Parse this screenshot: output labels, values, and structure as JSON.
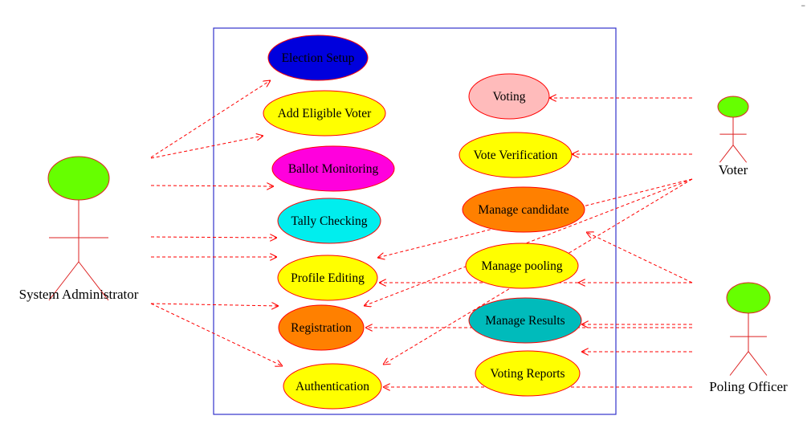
{
  "colors": {
    "boundary": "#3333cc",
    "line": "#ff0000",
    "actor_head": "#66ff00",
    "actor_outline": "#dd2222"
  },
  "corner_mark": "–",
  "actors": [
    {
      "id": "admin",
      "label": "System Administrator"
    },
    {
      "id": "voter",
      "label": "Voter"
    },
    {
      "id": "officer",
      "label": "Poling Officer"
    }
  ],
  "use_cases": [
    {
      "id": "election-setup",
      "label": "Election Setup",
      "fill": "#0000dd"
    },
    {
      "id": "add-eligible-voter",
      "label": "Add Eligible Voter",
      "fill": "#ffff00"
    },
    {
      "id": "ballot-monitoring",
      "label": "Ballot Monitoring",
      "fill": "#ff00dd"
    },
    {
      "id": "tally-checking",
      "label": "Tally Checking",
      "fill": "#00eeee"
    },
    {
      "id": "profile-editing",
      "label": "Profile Editing",
      "fill": "#ffff00"
    },
    {
      "id": "registration",
      "label": "Registration",
      "fill": "#ff8000"
    },
    {
      "id": "authentication",
      "label": "Authentication",
      "fill": "#ffff00"
    },
    {
      "id": "voting",
      "label": "Voting",
      "fill": "#ffbbbb"
    },
    {
      "id": "vote-verification",
      "label": "Vote Verification",
      "fill": "#ffff00"
    },
    {
      "id": "manage-candidate",
      "label": "Manage candidate",
      "fill": "#ff8000"
    },
    {
      "id": "manage-pooling",
      "label": "Manage  pooling",
      "fill": "#ffff00"
    },
    {
      "id": "manage-results",
      "label": "Manage  Results",
      "fill": "#00bbbb"
    },
    {
      "id": "voting-reports",
      "label": "Voting  Reports",
      "fill": "#ffff00"
    }
  ],
  "relations": [
    {
      "from": "admin",
      "to": "election-setup"
    },
    {
      "from": "admin",
      "to": "add-eligible-voter"
    },
    {
      "from": "admin",
      "to": "ballot-monitoring"
    },
    {
      "from": "admin",
      "to": "tally-checking"
    },
    {
      "from": "admin",
      "to": "profile-editing"
    },
    {
      "from": "admin",
      "to": "registration"
    },
    {
      "from": "admin",
      "to": "authentication"
    },
    {
      "from": "voter",
      "to": "voting"
    },
    {
      "from": "voter",
      "to": "vote-verification"
    },
    {
      "from": "voter",
      "to": "profile-editing"
    },
    {
      "from": "voter",
      "to": "registration"
    },
    {
      "from": "voter",
      "to": "authentication"
    },
    {
      "from": "officer",
      "to": "manage-candidate"
    },
    {
      "from": "officer",
      "to": "manage-pooling"
    },
    {
      "from": "officer",
      "to": "profile-editing"
    },
    {
      "from": "officer",
      "to": "manage-results"
    },
    {
      "from": "officer",
      "to": "registration"
    },
    {
      "from": "officer",
      "to": "voting-reports"
    },
    {
      "from": "officer",
      "to": "authentication"
    }
  ]
}
